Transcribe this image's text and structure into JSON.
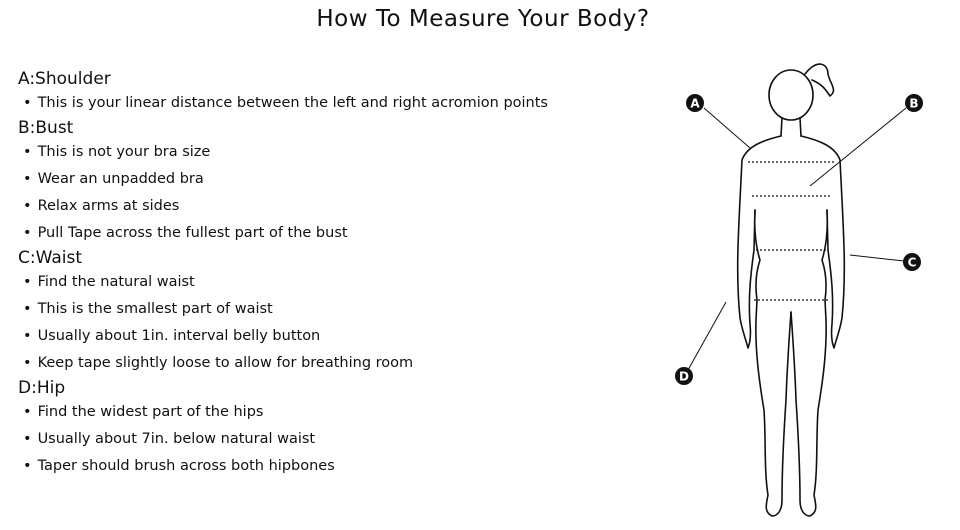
{
  "page": {
    "title": "How To Measure Your Body?"
  },
  "sections": [
    {
      "key": "A",
      "heading": "A:Shoulder",
      "bullets": [
        "This is your linear distance between the left and right acromion points"
      ]
    },
    {
      "key": "B",
      "heading": "B:Bust",
      "bullets": [
        "This is not your bra size",
        "Wear an unpadded bra",
        "Relax arms at sides",
        "Pull Tape across the fullest part of the bust"
      ]
    },
    {
      "key": "C",
      "heading": "C:Waist",
      "bullets": [
        "Find the natural waist",
        "This is the smallest part of waist",
        "Usually about 1in. interval belly button",
        "Keep tape slightly loose to allow for breathing room"
      ]
    },
    {
      "key": "D",
      "heading": "D:Hip",
      "bullets": [
        "Find the widest part of the hips",
        "Usually about 7in. below natural waist",
        "Taper should brush across both hipbones"
      ]
    }
  ],
  "diagram": {
    "markers": [
      "A",
      "B",
      "C",
      "D"
    ]
  },
  "colors": {
    "ink": "#111111",
    "background": "#ffffff"
  }
}
